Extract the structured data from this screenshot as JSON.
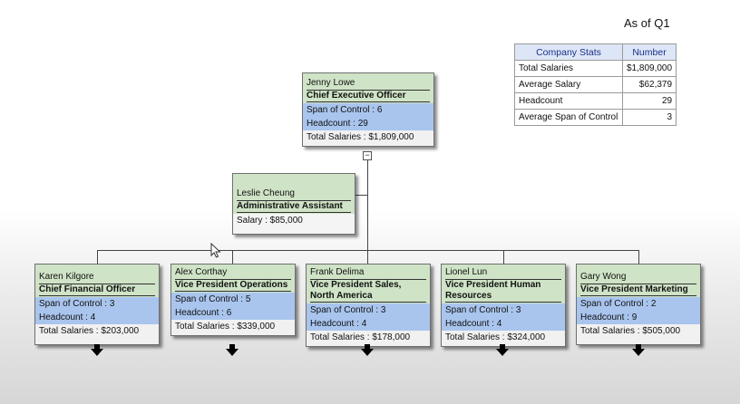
{
  "as_of": "As of Q1",
  "stats": {
    "headers": [
      "Company Stats",
      "Number"
    ],
    "rows": [
      [
        "Total Salaries",
        "$1,809,000"
      ],
      [
        "Average Salary",
        "$62,379"
      ],
      [
        "Headcount",
        "29"
      ],
      [
        "Average Span of Control",
        "3"
      ]
    ]
  },
  "ceo": {
    "name": "Jenny Lowe",
    "title": "Chief Executive Officer",
    "span": "Span of Control :  6",
    "headcount": "Headcount :  29",
    "salaries": "Total Salaries :  $1,809,000"
  },
  "assistant": {
    "name": "Leslie Cheung",
    "title": "Administrative Assistant",
    "salary": "Salary :  $85,000"
  },
  "reports": [
    {
      "name": "Karen Kilgore",
      "title": "Chief Financial Officer",
      "span": "Span of Control :  3",
      "headcount": "Headcount :  4",
      "salaries": "Total Salaries :  $203,000"
    },
    {
      "name": "Alex Corthay",
      "title": "Vice President Operations",
      "span": "Span of Control :  5",
      "headcount": "Headcount :  6",
      "salaries": "Total Salaries :  $339,000"
    },
    {
      "name": "Frank Delima",
      "title": "Vice President Sales, North America",
      "span": "Span of Control :  3",
      "headcount": "Headcount :  4",
      "salaries": "Total Salaries :  $178,000"
    },
    {
      "name": "Lionel Lun",
      "title": "Vice President Human Resources",
      "span": "Span of Control :  3",
      "headcount": "Headcount :  4",
      "salaries": "Total Salaries :  $324,000"
    },
    {
      "name": "Gary Wong",
      "title": "Vice President Marketing",
      "span": "Span of Control :  2",
      "headcount": "Headcount :  9",
      "salaries": "Total Salaries :  $505,000"
    }
  ],
  "collapse_symbol": "−",
  "colors": {
    "name_bg": "#cfe3c6",
    "stats_bg": "#a9c5ee",
    "total_bg": "#f1f1f1",
    "header_text": "#1a2f8a"
  }
}
